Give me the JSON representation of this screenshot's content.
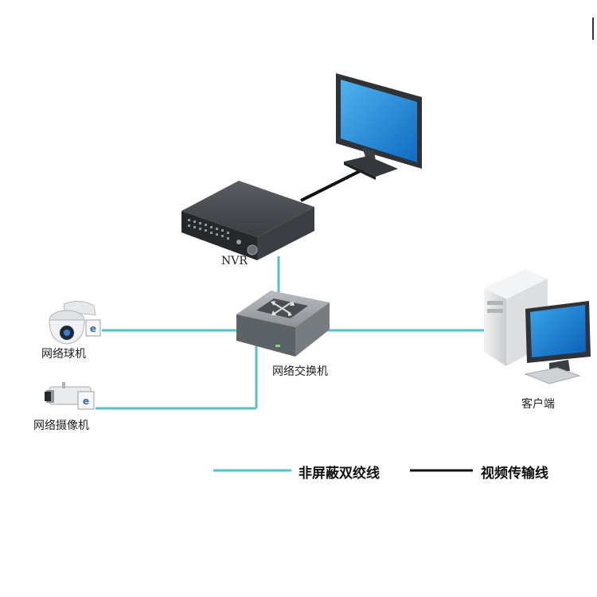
{
  "labels": {
    "nvr": "NVR",
    "switch": "网络交换机",
    "dome_camera": "网络球机",
    "box_camera": "网络摄像机",
    "client": "客户端"
  },
  "legend": {
    "utp": "非屏蔽双绞线",
    "video": "视频传输线"
  },
  "colors": {
    "utp_line": "#5bbfc4",
    "video_line": "#111111",
    "screen": "#1f8ad6",
    "device_dark": "#2f3236",
    "switch_body": "#8f9498"
  }
}
